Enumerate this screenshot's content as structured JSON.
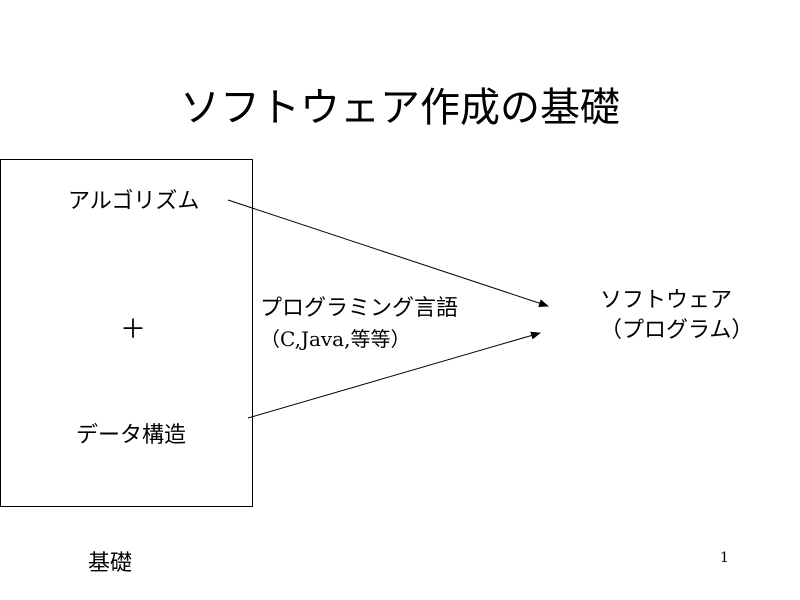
{
  "slide": {
    "title": "ソフトウェア作成の基礎",
    "left_box": {
      "algorithm": "アルゴリズム",
      "plus": "＋",
      "data_structure": "データ構造"
    },
    "foundation_label": "基礎",
    "language": {
      "line1": "プログラミング言語",
      "line2": "（C,Java,等等）"
    },
    "software": {
      "line1": "ソフトウェア",
      "line2": "（プログラム）"
    },
    "page_number": "1"
  },
  "colors": {
    "text": "#000000",
    "background": "#ffffff"
  }
}
